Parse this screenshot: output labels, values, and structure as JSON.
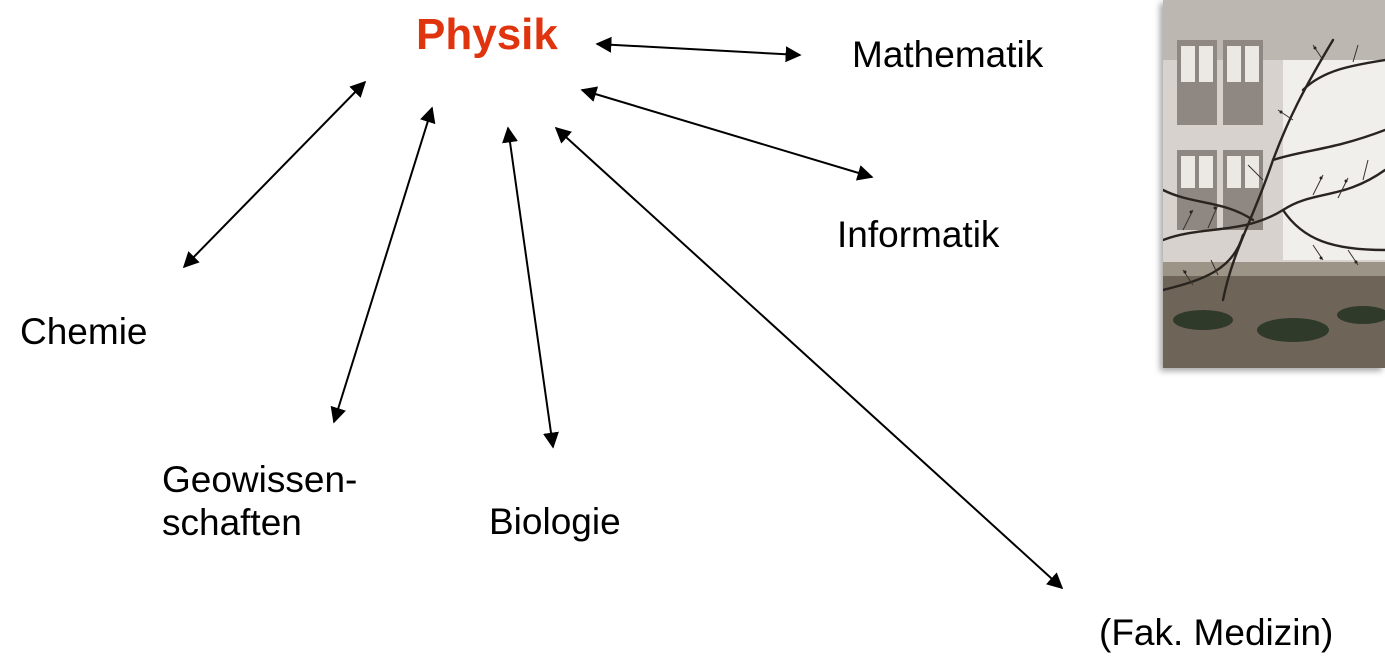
{
  "diagram": {
    "center": {
      "label": "Physik",
      "color": "#e0340f"
    },
    "nodes": [
      {
        "id": "mathematik",
        "label": "Mathematik"
      },
      {
        "id": "informatik",
        "label": "Informatik"
      },
      {
        "id": "chemie",
        "label": "Chemie"
      },
      {
        "id": "geowissenschaften",
        "lines": [
          "Geowissen-",
          "schaften"
        ]
      },
      {
        "id": "biologie",
        "label": "Biologie"
      },
      {
        "id": "medizin",
        "label": "(Fak. Medizin)"
      }
    ],
    "edges": [
      {
        "from": "physik",
        "to": "mathematik",
        "type": "bidirectional"
      },
      {
        "from": "physik",
        "to": "informatik",
        "type": "bidirectional"
      },
      {
        "from": "physik",
        "to": "chemie",
        "type": "bidirectional"
      },
      {
        "from": "physik",
        "to": "geowissenschaften",
        "type": "bidirectional"
      },
      {
        "from": "physik",
        "to": "biologie",
        "type": "bidirectional"
      },
      {
        "from": "physik",
        "to": "medizin",
        "type": "bidirectional"
      }
    ]
  },
  "photo": {
    "subject": "building-facade-with-bare-tree-photo"
  }
}
